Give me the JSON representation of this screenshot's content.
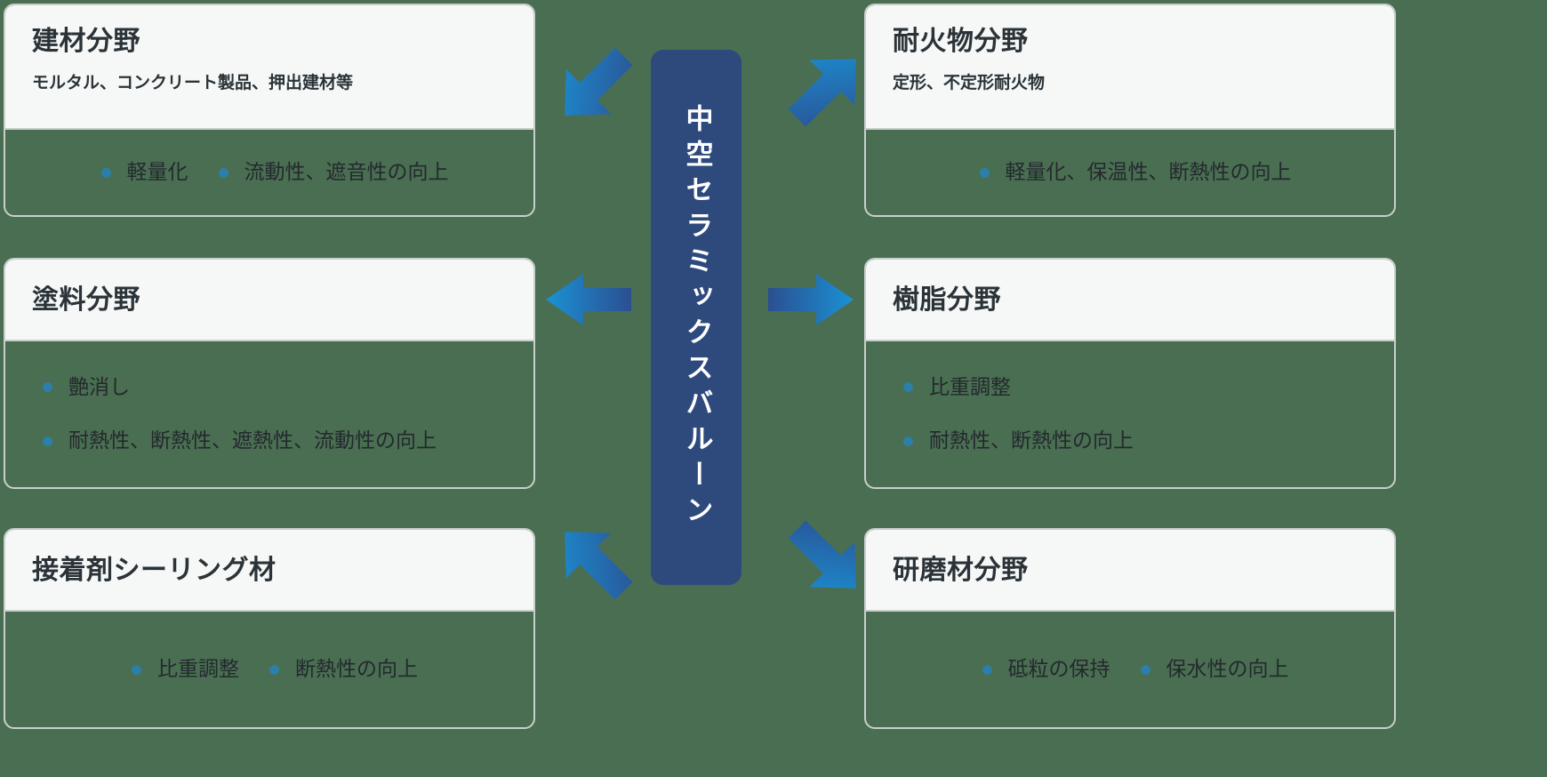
{
  "background_color": "#4a6e52",
  "center": {
    "label": "中空セラミックスバルーン",
    "color": "#2e4a7d",
    "text_color": "#ffffff"
  },
  "accent": {
    "bullet_dot": "#2b7fa8",
    "arrow_light": "#1a8fd0",
    "arrow_dark": "#2b4f91",
    "card_header_bg": "#f5f8f7",
    "card_border": "#c9cfcb",
    "title_color": "#2b3338"
  },
  "arrows": [
    {
      "name": "arrow-up-left",
      "direction": "up-left"
    },
    {
      "name": "arrow-left",
      "direction": "left"
    },
    {
      "name": "arrow-down-left",
      "direction": "down-left"
    },
    {
      "name": "arrow-up-right",
      "direction": "up-right"
    },
    {
      "name": "arrow-right",
      "direction": "right"
    },
    {
      "name": "arrow-down-right",
      "direction": "down-right"
    }
  ],
  "cards": {
    "kenzai": {
      "title": "建材分野",
      "subtitle": "モルタル、コンクリート製品、押出建材等",
      "bullets": [
        "軽量化",
        "流動性、遮音性の向上"
      ]
    },
    "toryo": {
      "title": "塗料分野",
      "subtitle": "",
      "bullets": [
        "艶消し",
        "耐熱性、断熱性、遮熱性、流動性の向上"
      ]
    },
    "setchaku": {
      "title": "接着剤シーリング材",
      "subtitle": "",
      "bullets": [
        "比重調整",
        "断熱性の向上"
      ]
    },
    "taikabutsu": {
      "title": "耐火物分野",
      "subtitle": "定形、不定形耐火物",
      "bullets": [
        "軽量化、保温性、断熱性の向上"
      ]
    },
    "jushi": {
      "title": "樹脂分野",
      "subtitle": "",
      "bullets": [
        "比重調整",
        "耐熱性、断熱性の向上"
      ]
    },
    "kenmazai": {
      "title": "研磨材分野",
      "subtitle": "",
      "bullets": [
        "砥粒の保持",
        "保水性の向上"
      ]
    }
  }
}
